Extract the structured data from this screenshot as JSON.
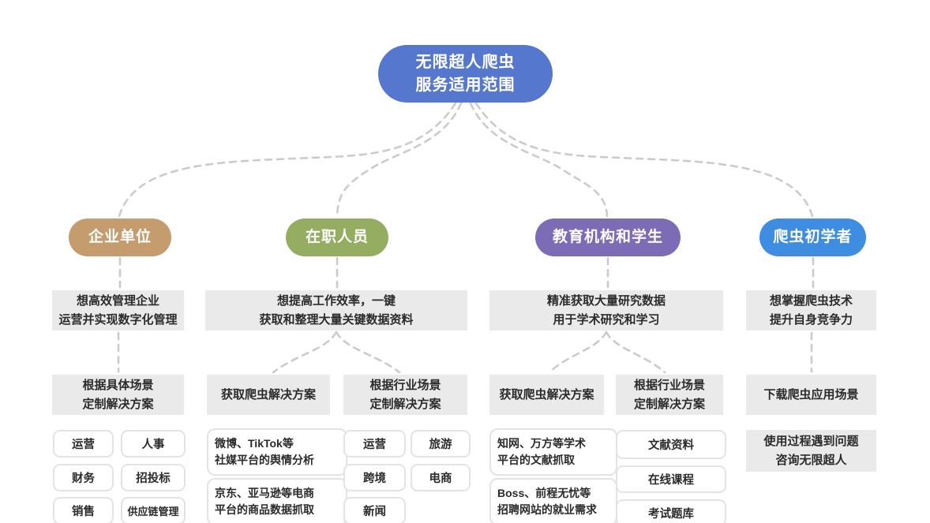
{
  "title": "无限超人爬虫服务适用范围",
  "colors": {
    "root": "#5577CE",
    "enterprise": "#C49C6D",
    "employee": "#95AD61",
    "education": "#7C6BB5",
    "beginner": "#3E8DE0",
    "gray_box": "#EAEAEA",
    "connector": "#CBCBCB",
    "leaf_border": "#E3E3E3"
  },
  "root": {
    "lines": [
      "无限超人爬虫",
      "服务适用范围"
    ]
  },
  "branches": {
    "enterprise": {
      "label": "企业单位",
      "need": [
        "想高效管理企业",
        "运营并实现数字化管理"
      ],
      "solution": [
        "根据具体场景",
        "定制解决方案"
      ],
      "leaves": [
        "运营",
        "人事",
        "财务",
        "招投标",
        "销售",
        "供应链管理"
      ]
    },
    "employee": {
      "label": "在职人员",
      "need": [
        "想提高工作效率，一键",
        "获取和整理大量关键数据资料"
      ],
      "solution_a": [
        "获取爬虫解决方案"
      ],
      "solution_b": [
        "根据行业场景",
        "定制解决方案"
      ],
      "leaves_a": [
        [
          "微博、TikTok等",
          "社媒平台的舆情分析"
        ],
        [
          "京东、亚马逊等电商",
          "平台的商品数据抓取"
        ]
      ],
      "leaves_b": [
        "运营",
        "旅游",
        "跨境",
        "电商",
        "新闻"
      ]
    },
    "education": {
      "label": "教育机构和学生",
      "need": [
        "精准获取大量研究数据",
        "用于学术研究和学习"
      ],
      "solution_a": [
        "获取爬虫解决方案"
      ],
      "solution_b": [
        "根据行业场景",
        "定制解决方案"
      ],
      "leaves_a": [
        [
          "知网、万方等学术",
          "平台的文献抓取"
        ],
        [
          "Boss、前程无忧等",
          "招聘网站的就业需求"
        ]
      ],
      "leaves_b": [
        "文献资料",
        "在线课程",
        "考试题库"
      ]
    },
    "beginner": {
      "label": "爬虫初学者",
      "need": [
        "想掌握爬虫技术",
        "提升自身竞争力"
      ],
      "solution": [
        "下载爬虫应用场景"
      ],
      "followup": [
        "使用过程遇到问题",
        "咨询无限超人"
      ]
    }
  }
}
